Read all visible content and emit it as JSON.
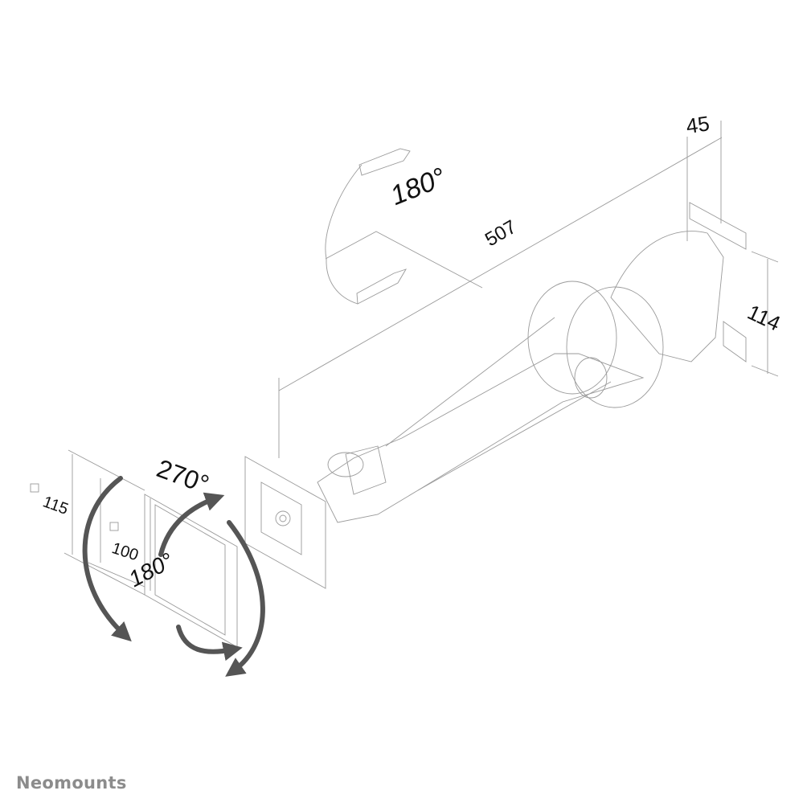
{
  "diagram": {
    "subject": "Monitor arm dimension drawing",
    "line_color": "#9a9a9a",
    "arrow_color": "#555555",
    "dimensions": {
      "arm_length": "507",
      "wall_plate_depth": "45",
      "wall_plate_height": "114",
      "vesa_large": "115",
      "vesa_small": "100"
    },
    "rotations": {
      "swivel": "180°",
      "rotate": "270°",
      "tilt": "180°"
    }
  },
  "brand": {
    "name": "Neomounts"
  }
}
